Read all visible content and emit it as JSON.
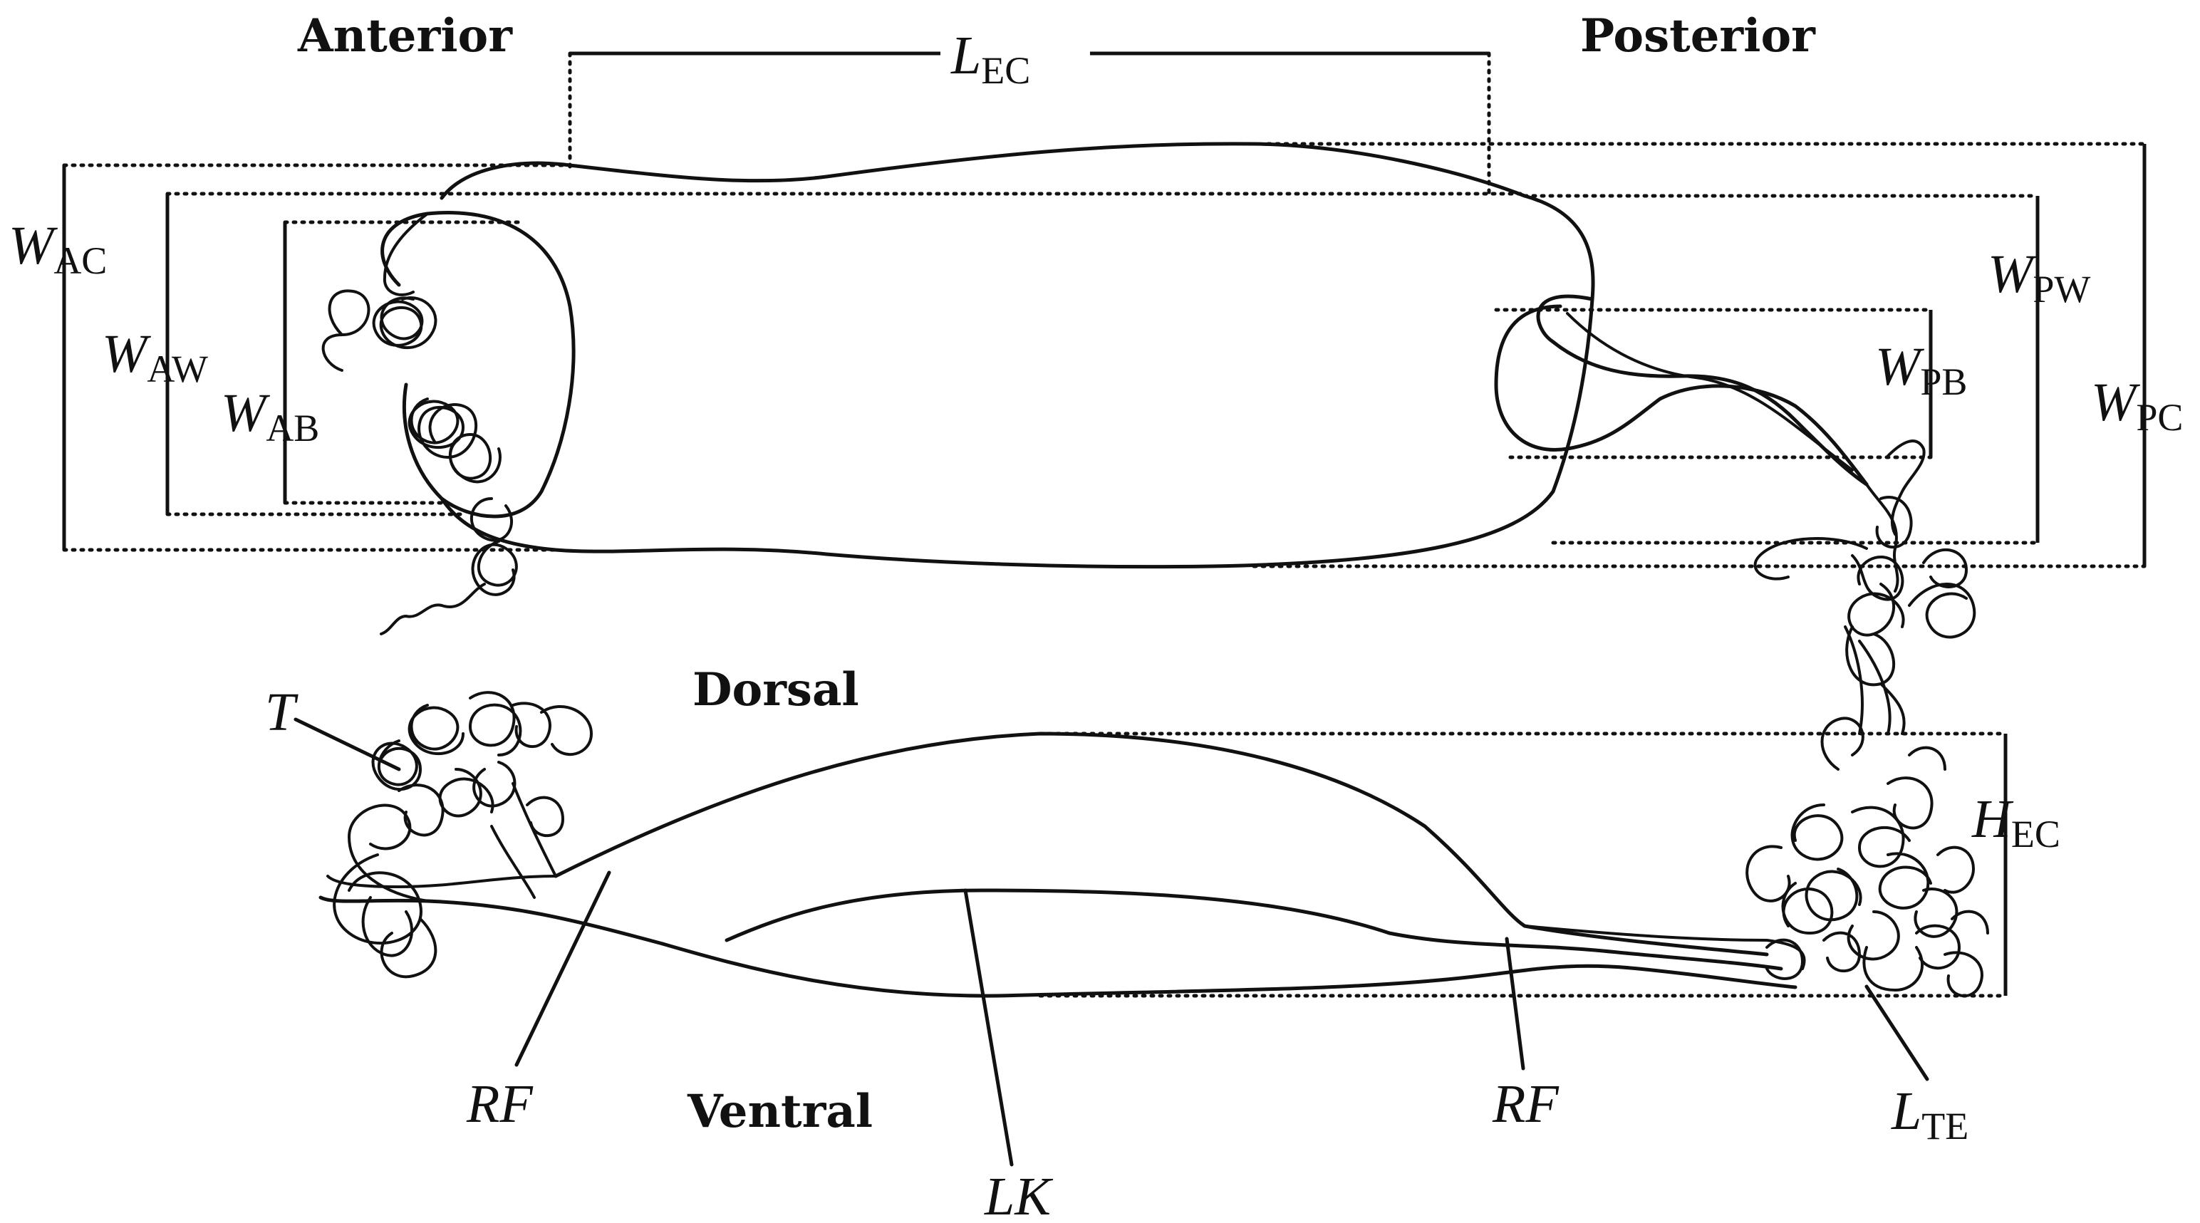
{
  "orientation": {
    "anterior": "Anterior",
    "posterior": "Posterior",
    "dorsal": "Dorsal",
    "ventral": "Ventral"
  },
  "labels": {
    "lec": {
      "main": "L",
      "sub": "EC"
    },
    "wac": {
      "main": "W",
      "sub": "AC"
    },
    "waw": {
      "main": "W",
      "sub": "AW"
    },
    "wab": {
      "main": "W",
      "sub": "AB"
    },
    "wpw": {
      "main": "W",
      "sub": "PW"
    },
    "wpb": {
      "main": "W",
      "sub": "PB"
    },
    "wpc": {
      "main": "W",
      "sub": "PC"
    },
    "hec": {
      "main": "H",
      "sub": "EC"
    },
    "lte": {
      "main": "L",
      "sub": "TE"
    },
    "t": {
      "main": "T"
    },
    "rf_left": {
      "main": "RF"
    },
    "rf_right": {
      "main": "RF"
    },
    "lk": {
      "main": "LK"
    }
  }
}
